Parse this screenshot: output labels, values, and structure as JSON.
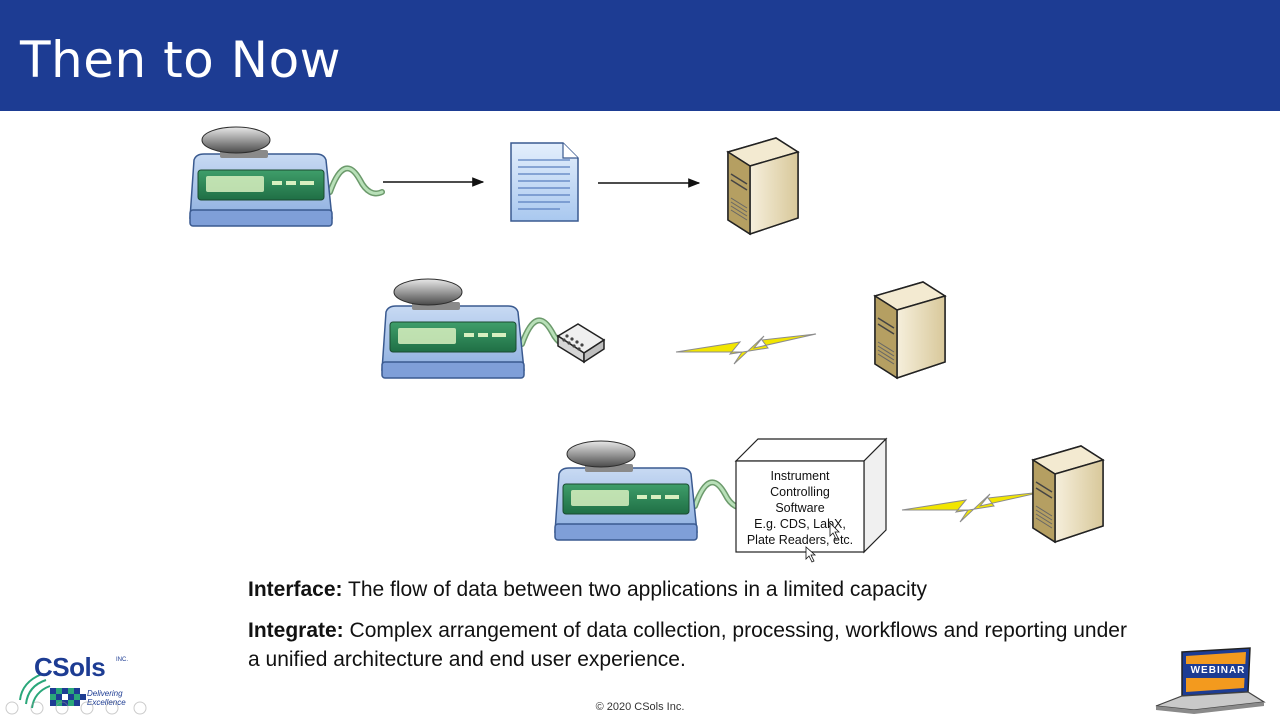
{
  "slide": {
    "title": "Then to Now"
  },
  "diagram": {
    "software_box": {
      "lines": [
        "Instrument",
        "Controlling",
        "Software",
        "E.g. CDS, LabX,",
        "Plate Readers, etc."
      ]
    }
  },
  "definitions": [
    {
      "term": "Interface:",
      "text": " The flow of data between two applications in a limited capacity"
    },
    {
      "term": "Integrate:",
      "text": " Complex arrangement of data collection, processing, workflows and reporting under a unified architecture and end user experience."
    }
  ],
  "footer": {
    "copyright": "© 2020 CSols Inc.",
    "brand_name": "CSols",
    "brand_inc": "INC.",
    "brand_tagline": "Delivering Excellence",
    "webinar_label": "WEBINAR"
  },
  "colors": {
    "title_bar": "#1d3c93",
    "scale_body": "#a9c3ea",
    "scale_display": "#2e8b57",
    "server_body": "#e9dcb8",
    "lightning": "#f2e600"
  }
}
